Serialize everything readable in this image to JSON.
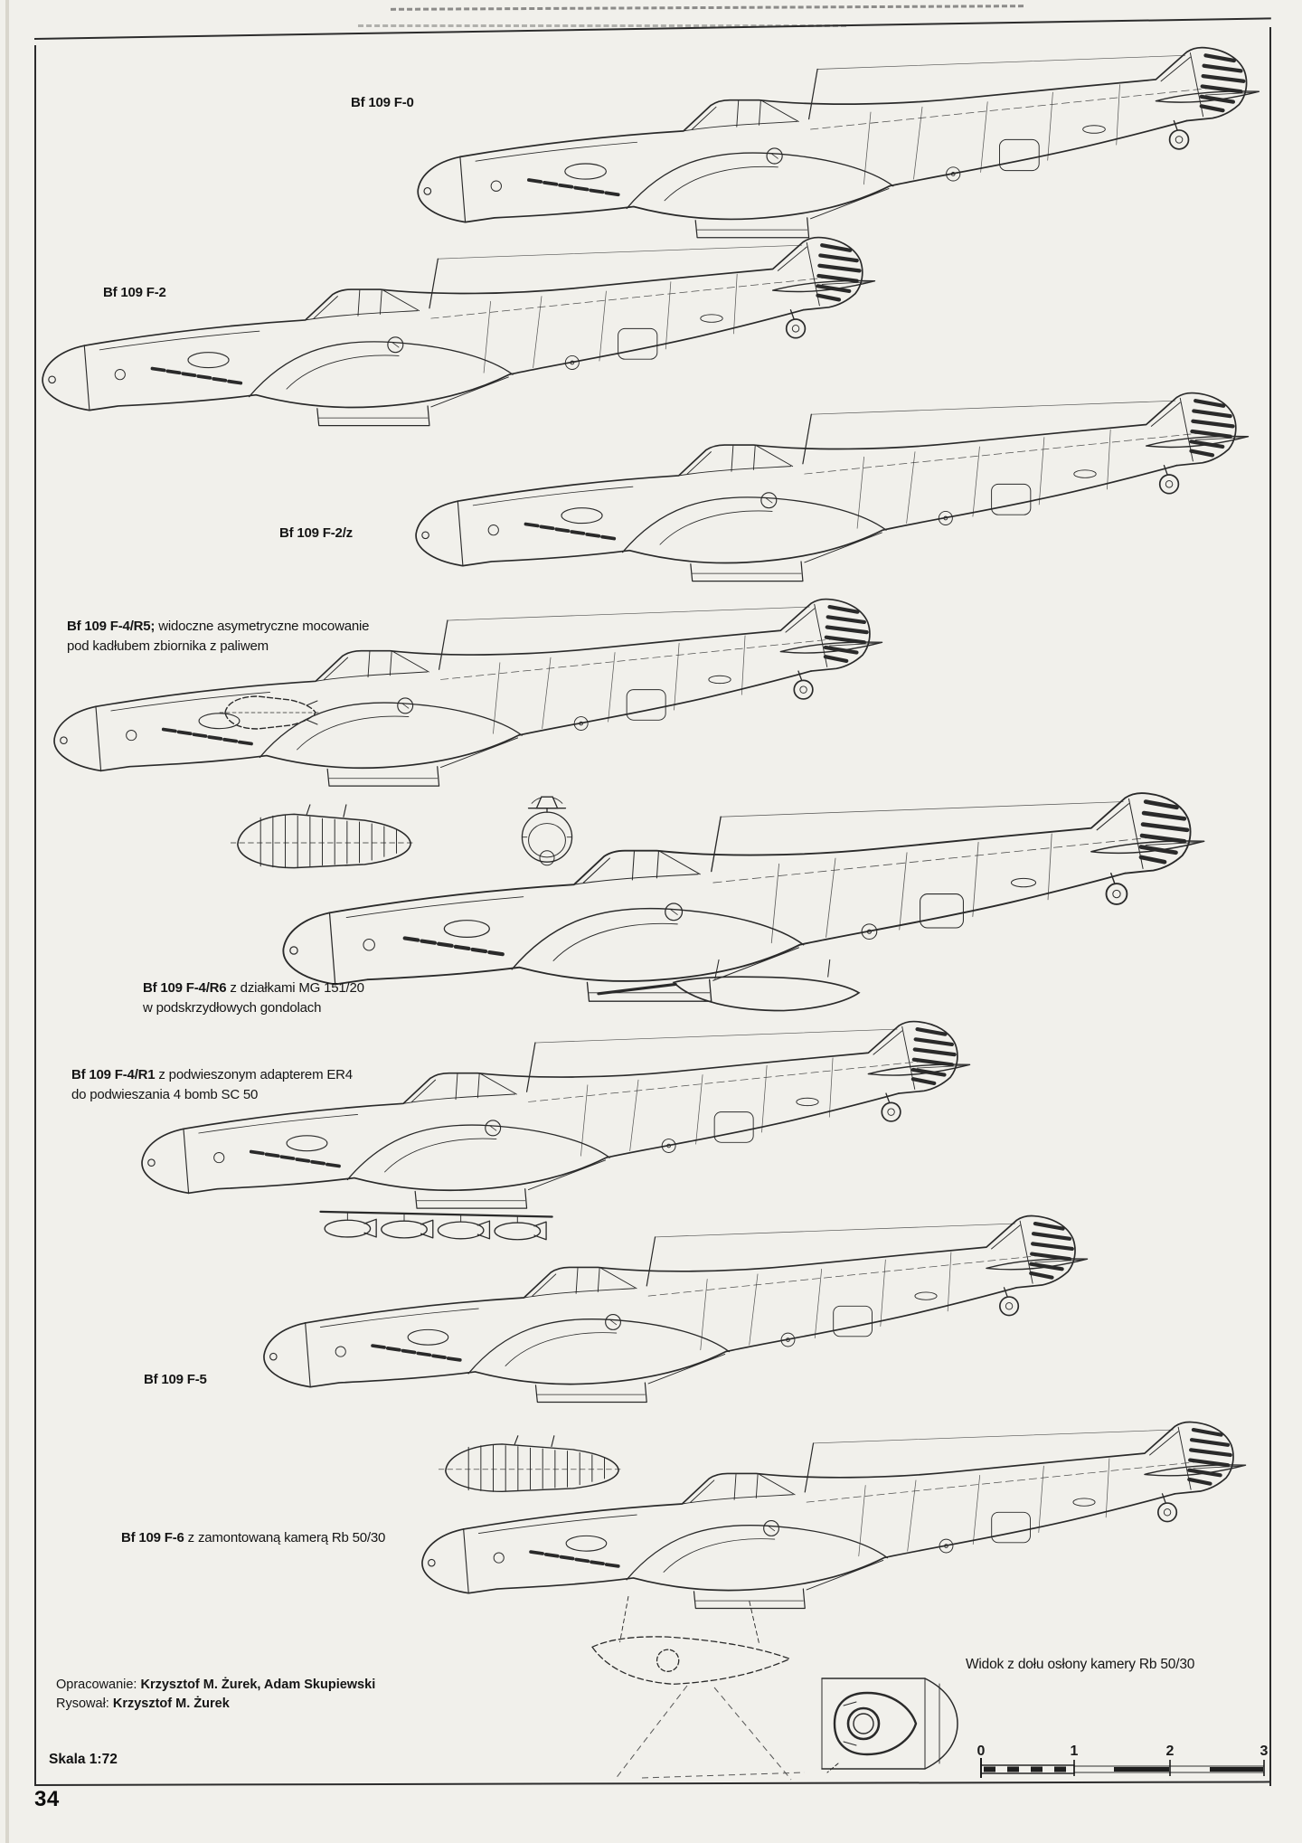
{
  "page": {
    "number": "34",
    "scale_label": "Skala 1:72"
  },
  "aircraft": [
    {
      "designation": "Bf 109 F-0",
      "desc1": "",
      "desc2": ""
    },
    {
      "designation": "Bf 109 F-2",
      "desc1": "",
      "desc2": ""
    },
    {
      "designation": "Bf 109 F-2/z",
      "desc1": "",
      "desc2": ""
    },
    {
      "designation": "Bf 109 F-4/R5;",
      "desc1": " widoczne asymetryczne mocowanie",
      "desc2": "pod kadłubem zbiornika z paliwem"
    },
    {
      "designation": "Bf 109 F-4/R6",
      "desc1": " z działkami MG 151/20",
      "desc2": "w podskrzydłowych gondolach"
    },
    {
      "designation": "Bf 109 F-4/R1",
      "desc1": " z podwieszonym adapterem ER4",
      "desc2": "do podwieszania 4 bomb SC 50"
    },
    {
      "designation": "Bf 109 F-5",
      "desc1": "",
      "desc2": ""
    },
    {
      "designation": "Bf 109 F-6",
      "desc1": " z zamontowaną kamerą Rb 50/30",
      "desc2": ""
    }
  ],
  "detail_view": {
    "caption": "Widok z dołu osłony kamery Rb 50/30"
  },
  "credits": {
    "line1_label": "Opracowanie:",
    "line1_names": "Krzysztof M. Żurek, Adam Skupiewski",
    "line2_label": "Rysował:",
    "line2_names": "Krzysztof M. Żurek"
  },
  "scale_bar": {
    "ticks": [
      "0",
      "1",
      "2",
      "3"
    ]
  }
}
